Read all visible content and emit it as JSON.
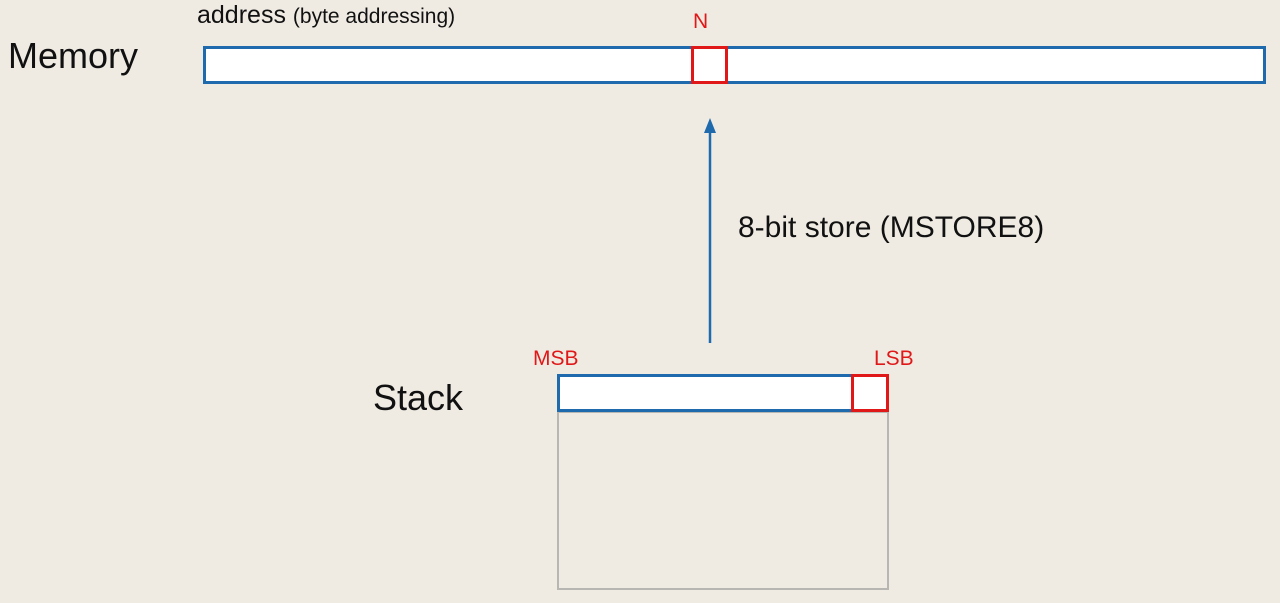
{
  "memory": {
    "label": "Memory",
    "address_label": "address",
    "address_note": "(byte addressing)",
    "cell_label": "N",
    "bar_color": "#1f6aad",
    "cell_color": "#e01818"
  },
  "operation": {
    "label": "8-bit store (MSTORE8)",
    "arrow_color": "#1f6aad",
    "direction": "stack-to-memory"
  },
  "stack": {
    "label": "Stack",
    "msb_label": "MSB",
    "lsb_label": "LSB",
    "bar_color": "#1f6aad",
    "cell_color": "#e01818"
  },
  "colors": {
    "background": "#efebe3",
    "accent_red": "#e01818",
    "accent_blue": "#1f6aad"
  }
}
